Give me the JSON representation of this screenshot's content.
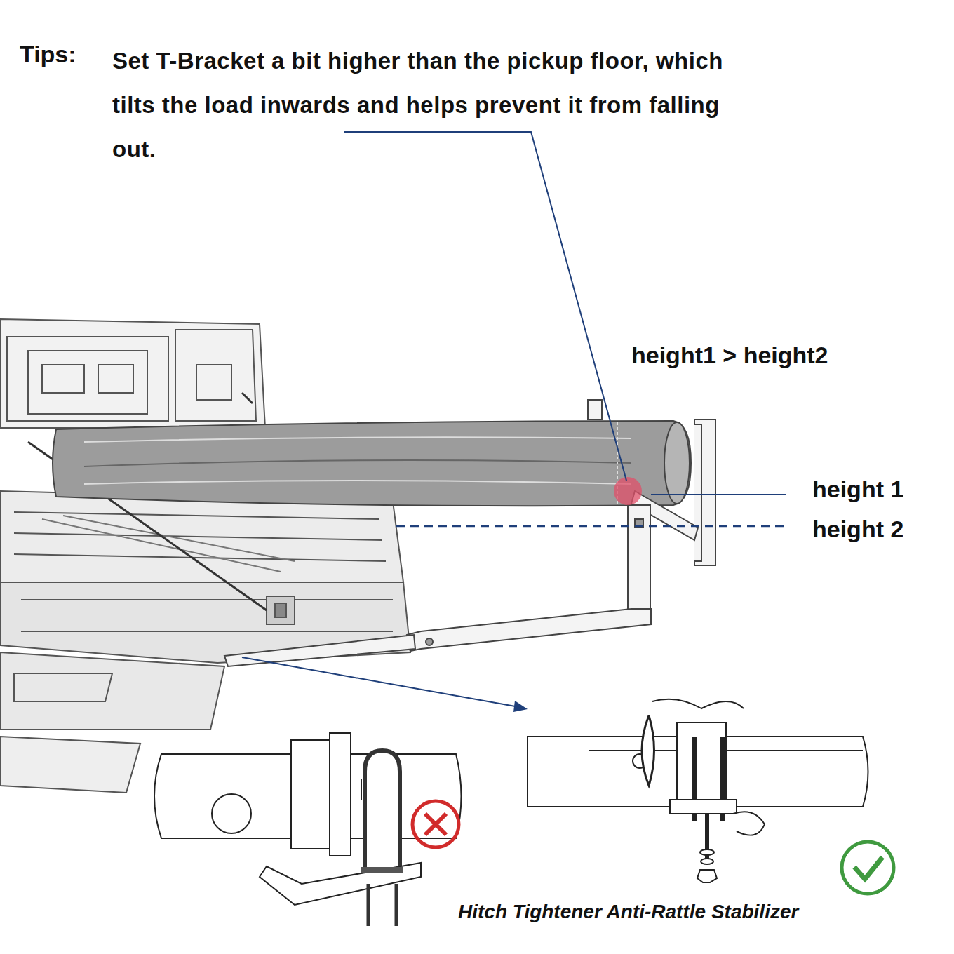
{
  "diagram": {
    "labels": [
      "Tips:",
      "Set T-Bracket a bit higher than the pickup floor, which tilts the load inwards and helps prevent it from falling out.",
      "height1 > height2",
      "height 1",
      "height 2",
      "Hitch Tightener Anti-Rattle Stabilizer"
    ]
  }
}
